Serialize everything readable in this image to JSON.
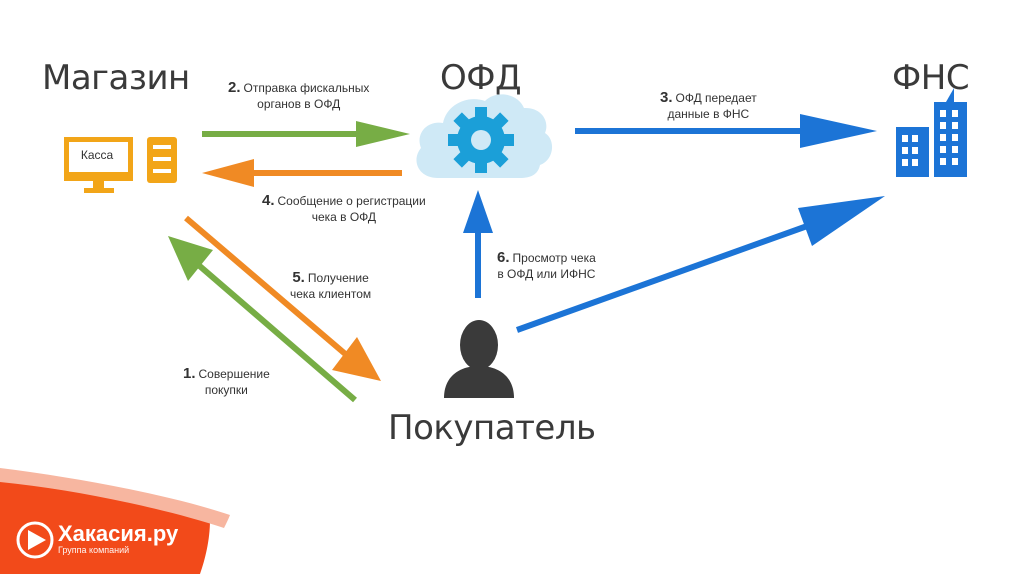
{
  "nodes": {
    "store": "Магазин",
    "ofd": "ОФД",
    "fns": "ФНС",
    "buyer": "Покупатель",
    "kassa": "Касса"
  },
  "steps": [
    {
      "num": "1.",
      "text_line1": "Совершение",
      "text_line2": "покупки"
    },
    {
      "num": "2.",
      "text_line1": "Отправка фискальных",
      "text_line2": "органов в ОФД"
    },
    {
      "num": "3.",
      "text_line1": "ОФД передает",
      "text_line2": "данные в ФНС"
    },
    {
      "num": "4.",
      "text_line1": "Сообщение о регистрации",
      "text_line2": "чека в ОФД"
    },
    {
      "num": "5.",
      "text_line1": "Получение",
      "text_line2": "чека клиентом"
    },
    {
      "num": "6.",
      "text_line1": "Просмотр чека",
      "text_line2": "в ОФД или ИФНС"
    }
  ],
  "brand": {
    "name": "Хакасия.ру",
    "subtitle": "Группа компаний"
  },
  "colors": {
    "green": "#77ad45",
    "orange": "#f08a24",
    "blue": "#1c74d6",
    "cloud": "#cfe9f6",
    "gear": "#1b9fd8",
    "kassa": "#f2a518",
    "person": "#3a3a3a",
    "brand": "#f24a1a"
  }
}
